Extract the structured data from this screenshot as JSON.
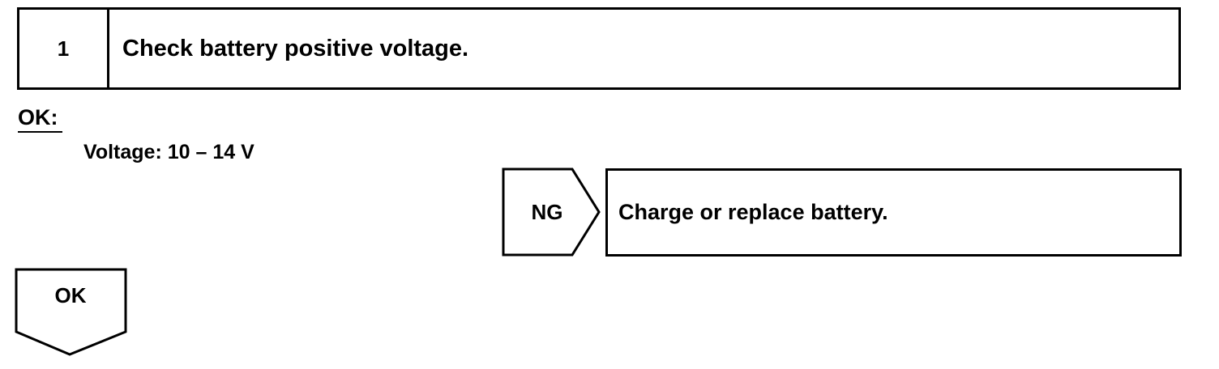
{
  "step": {
    "number": "1",
    "title": "Check battery positive voltage."
  },
  "ok_section": {
    "label": "OK:",
    "spec": "Voltage: 10 – 14 V"
  },
  "ng_branch": {
    "label": "NG",
    "action": "Charge or replace battery."
  },
  "ok_branch": {
    "label": "OK"
  }
}
